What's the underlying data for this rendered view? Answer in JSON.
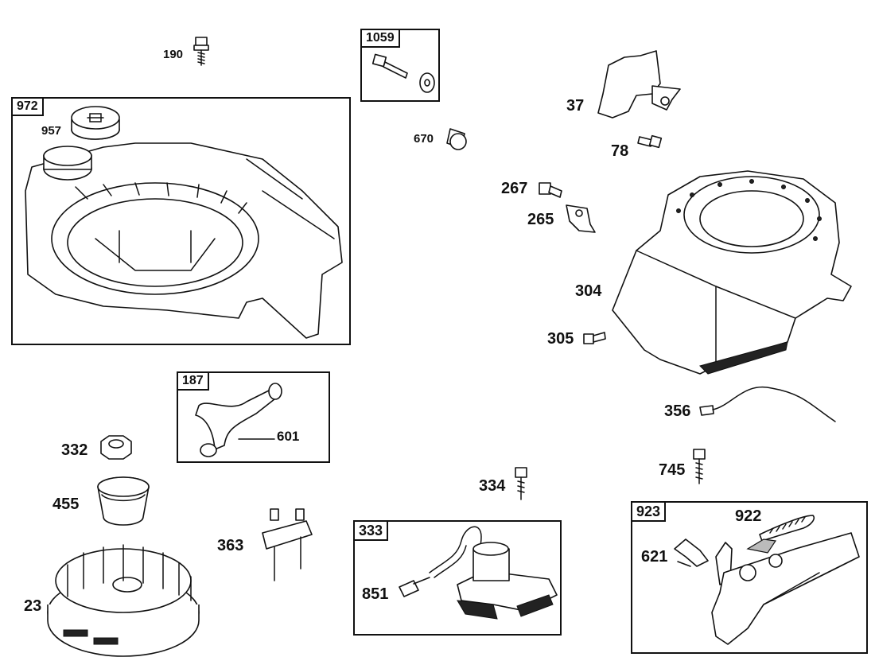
{
  "parts": {
    "p190": "190",
    "p1059": "1059",
    "p972": "972",
    "p957": "957",
    "p670": "670",
    "p37": "37",
    "p78": "78",
    "p267": "267",
    "p265": "265",
    "p304": "304",
    "p305": "305",
    "p187": "187",
    "p601": "601",
    "p332": "332",
    "p455": "455",
    "p23": "23",
    "p363": "363",
    "p356": "356",
    "p745": "745",
    "p334": "334",
    "p333": "333",
    "p851": "851",
    "p923": "923",
    "p922": "922",
    "p621": "621"
  },
  "colors": {
    "ink": "#111111",
    "paper": "#ffffff"
  }
}
